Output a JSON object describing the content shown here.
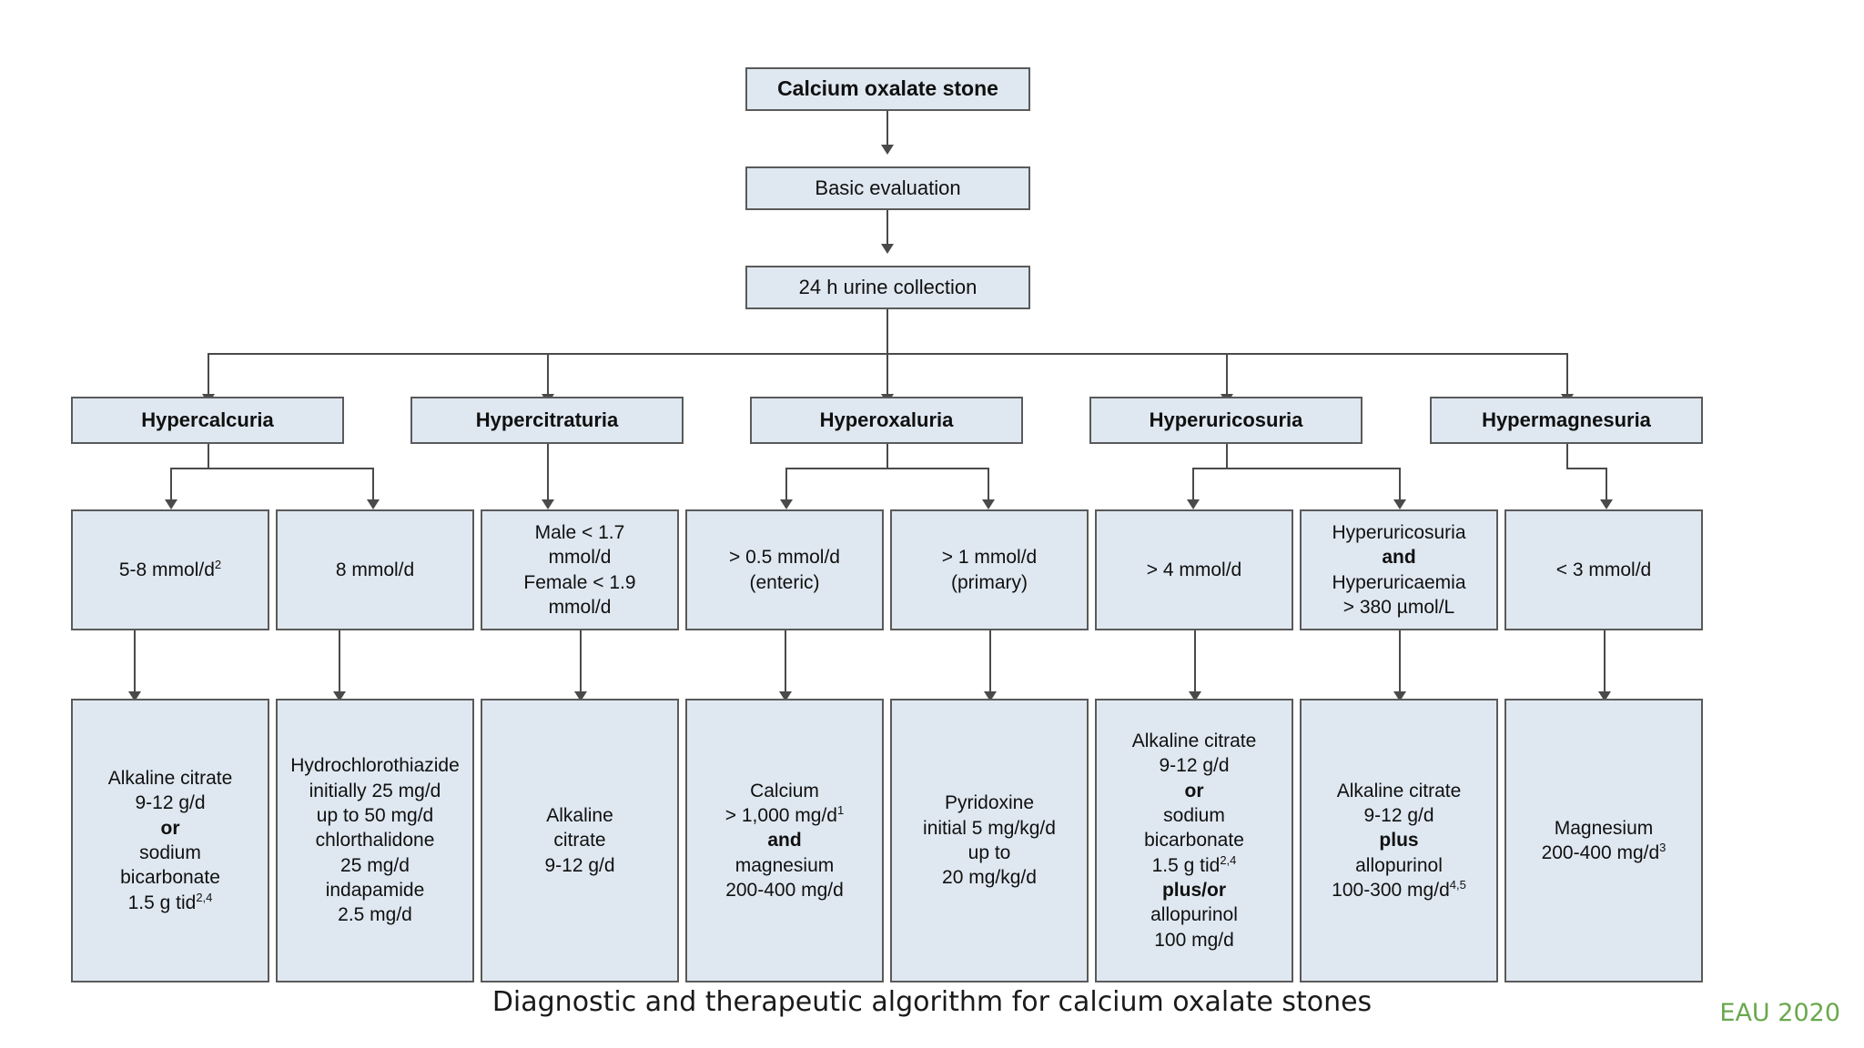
{
  "figure": {
    "caption": "Diagnostic and therapeutic algorithm for calcium oxalate stones",
    "source_label": "EAU 2020",
    "source_color": "#6aa84f",
    "box_fill": "#dfe8f1",
    "box_border": "#5a5a5a",
    "connector_color": "#4a4a4a"
  },
  "chain": [
    {
      "id": "calcium-oxalate-stone",
      "label": "Calcium oxalate stone"
    },
    {
      "id": "basic-evaluation",
      "label": "Basic evaluation"
    },
    {
      "id": "urine-collection",
      "label": "24 h urine collection"
    }
  ],
  "categories": [
    {
      "id": "hypercalcuria",
      "label": "Hypercalcuria"
    },
    {
      "id": "hypercitraturia",
      "label": "Hypercitraturia"
    },
    {
      "id": "hyperoxaluria",
      "label": "Hyperoxaluria"
    },
    {
      "id": "hyperuricosuria",
      "label": "Hyperuricosuria"
    },
    {
      "id": "hypermagnesuria",
      "label": "Hypermagnesuria"
    }
  ],
  "criteria": [
    {
      "id": "crit-1",
      "category": "hypercalcuria",
      "html": "5-8 mmol/d<sup>2</sup>"
    },
    {
      "id": "crit-2",
      "category": "hypercalcuria",
      "html": "8 mmol/d"
    },
    {
      "id": "crit-3",
      "category": "hypercitraturia",
      "html": "Male &lt; 1.7<br>mmol/d<br>Female &lt; 1.9<br>mmol/d"
    },
    {
      "id": "crit-4",
      "category": "hyperoxaluria",
      "html": "&gt; 0.5 mmol/d<br>(enteric)"
    },
    {
      "id": "crit-5",
      "category": "hyperoxaluria",
      "html": "&gt; 1 mmol/d<br>(primary)"
    },
    {
      "id": "crit-6",
      "category": "hyperuricosuria",
      "html": "&gt; 4 mmol/d"
    },
    {
      "id": "crit-7",
      "category": "hyperuricosuria",
      "html": "Hyperuricosuria<br><b>and</b><br>Hyperuricaemia<br>&gt; 380 &micro;mol/L"
    },
    {
      "id": "crit-8",
      "category": "hypermagnesuria",
      "html": "&lt; 3 mmol/d"
    }
  ],
  "treatments": [
    {
      "id": "treat-1",
      "html": "Alkaline citrate<br>9-12 g/d<br><b>or</b><br>sodium<br>bicarbonate<br>1.5 g tid<sup>2,4</sup>"
    },
    {
      "id": "treat-2",
      "html": "Hydrochlorothiazide<br>initially 25 mg/d<br>up to 50 mg/d<br>chlorthalidone<br>25 mg/d<br>indapamide<br>2.5 mg/d"
    },
    {
      "id": "treat-3",
      "html": "Alkaline<br>citrate<br>9-12 g/d"
    },
    {
      "id": "treat-4",
      "html": "Calcium<br>&gt; 1,000 mg/d<sup>1</sup><br><b>and</b><br>magnesium<br>200-400 mg/d"
    },
    {
      "id": "treat-5",
      "html": "Pyridoxine<br>initial 5 mg/kg/d<br>up to<br>20 mg/kg/d"
    },
    {
      "id": "treat-6",
      "html": "Alkaline citrate<br>9-12 g/d<br><b>or</b><br>sodium<br>bicarbonate<br>1.5 g tid<sup>2,4</sup><br><b>plus/or</b><br>allopurinol<br>100 mg/d"
    },
    {
      "id": "treat-7",
      "html": "Alkaline citrate<br>9-12 g/d<br><b>plus</b><br>allopurinol<br>100-300 mg/d<sup>4,5</sup>"
    },
    {
      "id": "treat-8",
      "html": "Magnesium<br>200-400 mg/d<sup>3</sup>"
    }
  ]
}
